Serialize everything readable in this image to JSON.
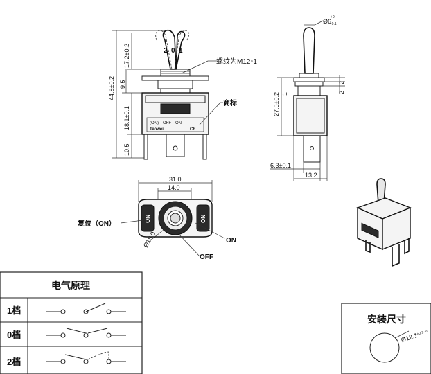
{
  "front_view": {
    "dim_total_height": "44.8±0.2",
    "dim_lever_height": "17.2±0.2",
    "dim_bushing": "9.5",
    "dim_body_height": "18.1±0.1",
    "dim_terminal": "10.5",
    "thread_label": "螺纹为M12*1",
    "brand_label": "商标",
    "lever_positions": [
      "2",
      "0",
      "1"
    ],
    "body_switch_text": "(ON)—OFF—ON",
    "body_brand_text": "Teowei",
    "body_cert_text": "CE"
  },
  "side_view": {
    "dim_lever_dia": "Ø6",
    "dim_lever_dia_tol_top": "+0",
    "dim_lever_dia_tol_bottom": "-0.1",
    "dim_height": "27.5±0.2",
    "dim_nut_a": "2",
    "dim_nut_b": "2",
    "dim_gap": "1",
    "dim_terminal_width": "6.3±0.1",
    "dim_body_width": "13.2"
  },
  "top_view": {
    "dim_width": "31.0",
    "dim_inner": "14.0",
    "dim_nut": "Ø18.0",
    "label_momentary": "复位（ON）",
    "label_on": "ON",
    "label_off": "OFF",
    "face_left": "ON",
    "face_right": "ON"
  },
  "circuit_table": {
    "title": "电气原理",
    "rows": [
      {
        "position": "1档"
      },
      {
        "position": "0档"
      },
      {
        "position": "2档"
      }
    ]
  },
  "mounting": {
    "title": "安装尺寸",
    "dim_hole": "Ø12.1",
    "dim_hole_tol": "+0.1 -0"
  }
}
